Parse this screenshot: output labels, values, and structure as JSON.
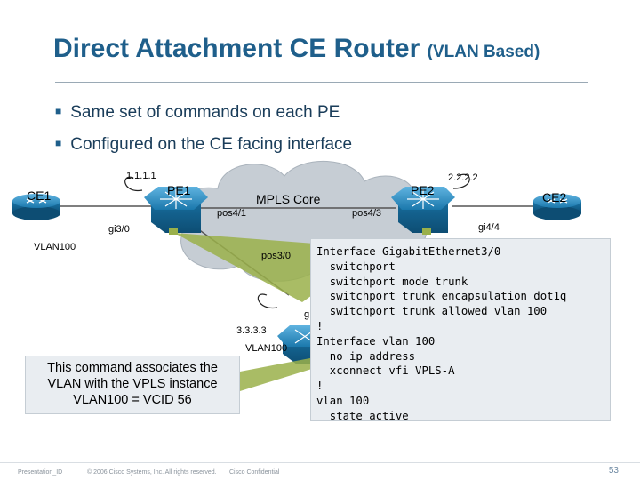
{
  "title": "Direct Attachment CE Router",
  "title_sub": "(VLAN Based)",
  "bullets": [
    "Same set of commands on each PE",
    "Configured on the CE facing interface"
  ],
  "diagram": {
    "cloud_label": "MPLS Core",
    "pe1": "PE1",
    "pe2": "PE2",
    "ce1": "CE1",
    "ce2": "CE2",
    "pe1_ip": "1.1.1.1",
    "pe2_ip": "2.2.2.2",
    "pe3_ip": "3.3.3.3",
    "pos_pe1": "pos4/1",
    "pos_pe2": "pos4/3",
    "pos_pe3": "pos3/0",
    "if_pe1": "gi3/0",
    "if_pe2": "gi4/4",
    "vlan_ce1": "VLAN100",
    "vlan_pe3": "VLAN100",
    "pe3_port_partial": "g"
  },
  "config_lines": [
    "Interface GigabitEthernet3/0",
    "  switchport",
    "  switchport mode trunk",
    "  switchport trunk encapsulation dot1q",
    "  switchport trunk allowed vlan 100",
    "!",
    "Interface vlan 100",
    "  no ip address",
    "  xconnect vfi VPLS-A",
    "!",
    "vlan 100",
    "  state active"
  ],
  "note_lines": [
    "This command associates the",
    "VLAN with the VPLS instance",
    "VLAN100 = VCID 56"
  ],
  "footer": {
    "presentation_id": "Presentation_ID",
    "copyright": "© 2006 Cisco Systems, Inc. All rights reserved.",
    "confidential": "Cisco Confidential",
    "page": "53"
  },
  "colors": {
    "title": "#1f5f8b",
    "router": "#1b78ac",
    "cloud": "#c6cdd4",
    "callout": "#9ab04a",
    "panel": "#e9edf1"
  }
}
